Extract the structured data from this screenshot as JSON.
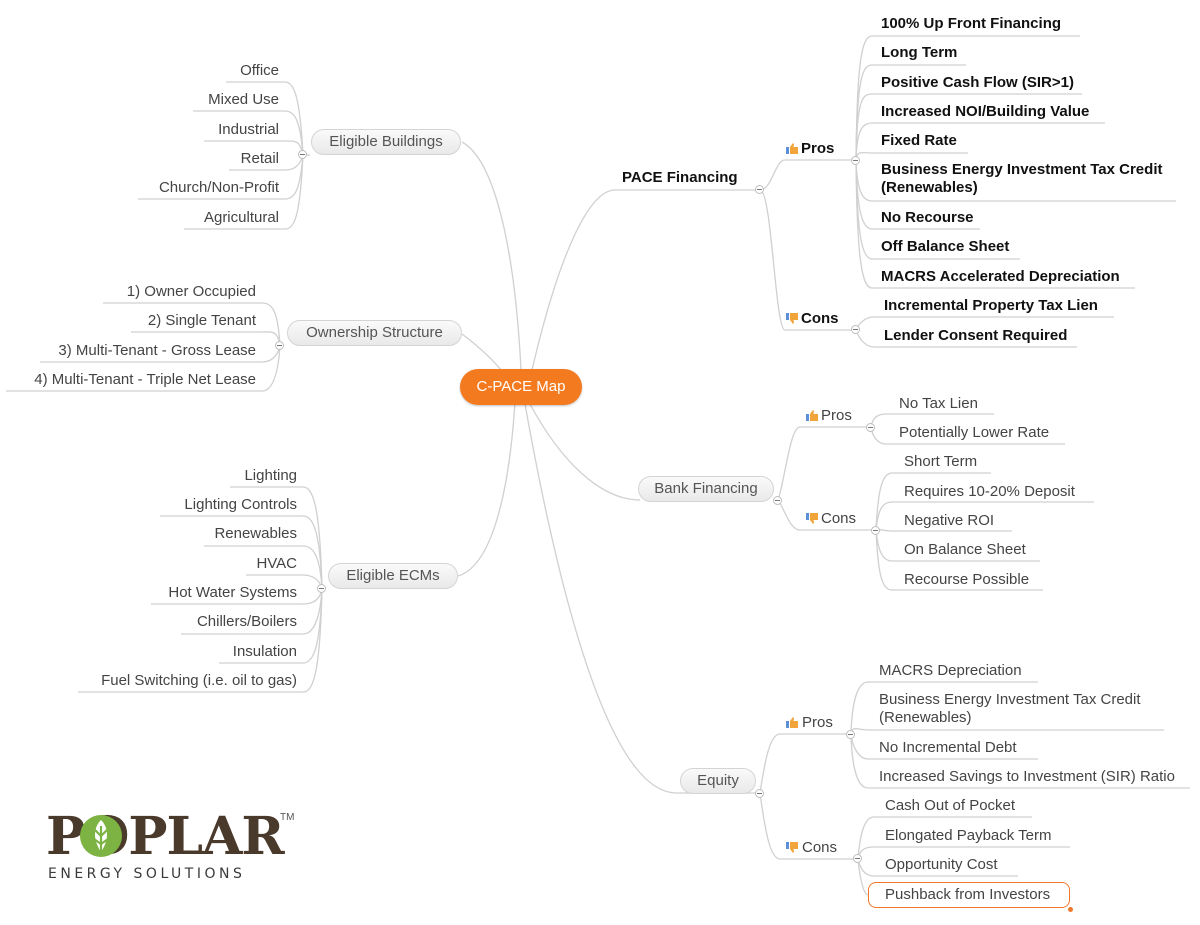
{
  "center": "C-PACE Map",
  "eligible_buildings": {
    "label": "Eligible Buildings",
    "items": [
      "Office",
      "Mixed Use",
      "Industrial",
      "Retail",
      "Church/Non-Profit",
      "Agricultural"
    ]
  },
  "ownership_structure": {
    "label": "Ownership Structure",
    "items": [
      "1) Owner Occupied",
      "2) Single Tenant",
      "3) Multi-Tenant - Gross Lease",
      "4) Multi-Tenant - Triple Net Lease"
    ]
  },
  "eligible_ecms": {
    "label": "Eligible ECMs",
    "items": [
      "Lighting",
      "Lighting Controls",
      "Renewables",
      "HVAC",
      "Hot Water Systems",
      "Chillers/Boilers",
      "Insulation",
      "Fuel Switching (i.e. oil to gas)"
    ]
  },
  "pace_financing": {
    "label": "PACE Financing",
    "pros_label": "Pros",
    "pros": [
      "100% Up Front Financing",
      "Long Term",
      "Positive Cash Flow (SIR>1)",
      "Increased NOI/Building Value",
      "Fixed Rate",
      "Business Energy Investment Tax Credit (Renewables)",
      "No Recourse",
      "Off Balance Sheet",
      "MACRS Accelerated Depreciation"
    ],
    "cons_label": "Cons",
    "cons": [
      "Incremental Property Tax Lien",
      "Lender Consent Required"
    ]
  },
  "bank_financing": {
    "label": "Bank Financing",
    "pros_label": "Pros",
    "pros": [
      "No Tax Lien",
      "Potentially Lower Rate"
    ],
    "cons_label": "Cons",
    "cons": [
      "Short Term",
      "Requires 10-20% Deposit",
      "Negative ROI",
      "On Balance Sheet",
      "Recourse Possible"
    ]
  },
  "equity": {
    "label": "Equity",
    "pros_label": "Pros",
    "pros": [
      "MACRS Depreciation",
      "Business Energy Investment Tax Credit (Renewables)",
      "No Incremental Debt",
      "Increased Savings to Investment (SIR) Ratio"
    ],
    "cons_label": "Cons",
    "cons": [
      "Cash Out of Pocket",
      "Elongated Payback Term",
      "Opportunity Cost",
      "Pushback from Investors"
    ]
  },
  "logo": {
    "name": "POPLAR",
    "tagline": "ENERGY SOLUTIONS",
    "trademark": "TM"
  },
  "colors": {
    "center_fill": "#f47a20",
    "branch_line": "#cfcfcf",
    "selection_outline": "#f0782a",
    "logo_brown": "#4a3a2c",
    "logo_green": "#7cb342"
  }
}
